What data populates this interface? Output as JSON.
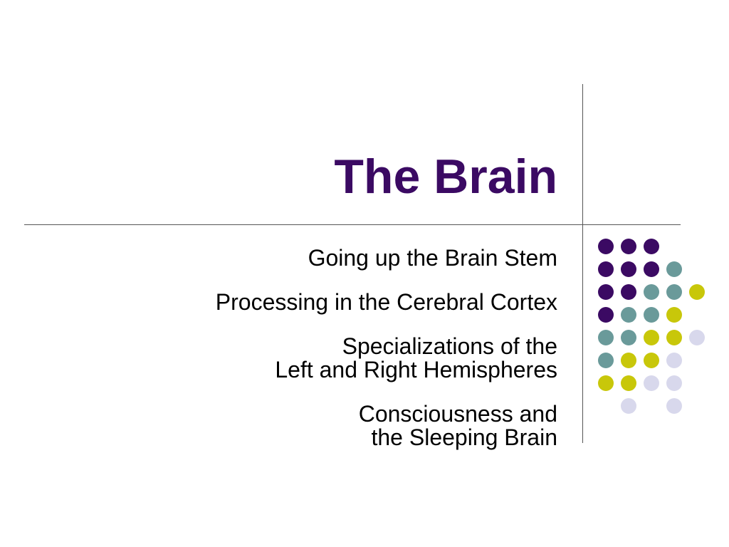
{
  "slide": {
    "title": "The Brain",
    "title_color": "#3b0a63",
    "bullets": [
      {
        "lines": [
          "Going up the Brain Stem"
        ]
      },
      {
        "lines": [
          "Processing in the Cerebral Cortex"
        ]
      },
      {
        "lines": [
          "Specializations of the",
          "Left and Right Hemispheres"
        ]
      },
      {
        "lines": [
          "Consciousness and",
          "the Sleeping Brain"
        ]
      }
    ]
  },
  "decoration": {
    "palette": {
      "P": "#3b0a63",
      "T": "#6a9a9a",
      "Y": "#c8c70a",
      "L": "#d8d8ec"
    },
    "dot_rows": [
      [
        "P",
        "P",
        "P",
        "",
        "",
        ""
      ],
      [
        "P",
        "P",
        "P",
        "T",
        "",
        ""
      ],
      [
        "P",
        "P",
        "T",
        "T",
        "Y",
        ""
      ],
      [
        "P",
        "T",
        "T",
        "Y",
        "",
        ""
      ],
      [
        "T",
        "T",
        "Y",
        "Y",
        "L",
        ""
      ],
      [
        "T",
        "Y",
        "Y",
        "L",
        "",
        ""
      ],
      [
        "Y",
        "Y",
        "L",
        "L",
        "",
        ""
      ],
      [
        "",
        "L",
        "",
        "L",
        "",
        ""
      ]
    ]
  }
}
